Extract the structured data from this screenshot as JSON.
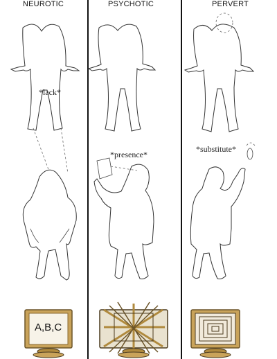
{
  "columns": [
    {
      "id": "neurotic",
      "header": "NEUROTIC",
      "annotation": "*lack*",
      "screen_text": "A,B,C"
    },
    {
      "id": "psychotic",
      "header": "PSYCHOTIC",
      "annotation": "*presence*"
    },
    {
      "id": "pervert",
      "header": "PERVERT",
      "annotation": "*substitute*"
    }
  ],
  "colors": {
    "background": "#ffffff",
    "ink": "#111111",
    "monitor_gold": "#b08a3e",
    "monitor_dark": "#4a3a1e"
  },
  "icons": [
    "figure-outline",
    "monitor-icon",
    "picture-frame-icon",
    "nested-squares-icon"
  ]
}
